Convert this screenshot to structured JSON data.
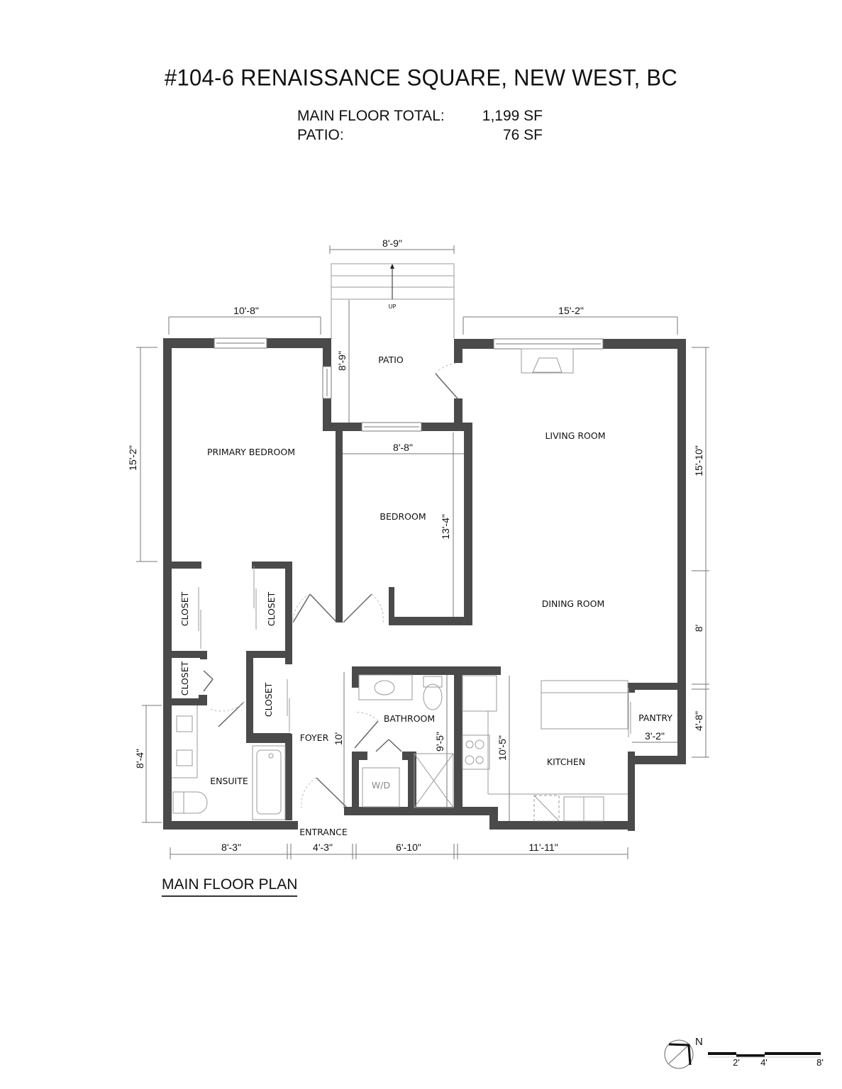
{
  "header": {
    "title": "#104-6 RENAISSANCE SQUARE, NEW WEST, BC",
    "main_floor_label": "MAIN FLOOR TOTAL:",
    "main_floor_value": "1,199 SF",
    "patio_label": "PATIO:",
    "patio_value": "76 SF"
  },
  "rooms": {
    "patio": "PATIO",
    "primary_bedroom": "PRIMARY BEDROOM",
    "bedroom": "BEDROOM",
    "living_room": "LIVING ROOM",
    "dining_room": "DINING ROOM",
    "closet_1": "CLOSET",
    "closet_2": "CLOSET",
    "closet_3": "CLOSET",
    "closet_4": "CLOSET",
    "ensuite": "ENSUITE",
    "foyer": "FOYER",
    "entrance": "ENTRANCE",
    "bathroom": "BATHROOM",
    "wd": "W/D",
    "kitchen": "KITCHEN",
    "pantry": "PANTRY",
    "stairs_up": "UP"
  },
  "dimensions": {
    "patio_width": "8'-9\"",
    "patio_depth": "8'-9\"",
    "primary_bedroom_width": "10'-8\"",
    "primary_bedroom_depth": "15'-2\"",
    "living_width": "15'-2\"",
    "living_depth": "15'-10\"",
    "bedroom_width": "8'-8\"",
    "bedroom_depth": "13'-4\"",
    "dining_depth": "8'",
    "pantry_depth": "4'-8\"",
    "pantry_width": "3'-2\"",
    "foyer_depth": "10'",
    "bathroom_depth": "9'-5\"",
    "kitchen_depth": "10'-5\"",
    "ensuite_depth": "8'-4\"",
    "bottom_1": "8'-3\"",
    "bottom_2": "4'-3\"",
    "bottom_3": "6'-10\"",
    "bottom_4": "11'-11\""
  },
  "footer": {
    "plan_label": "MAIN FLOOR PLAN",
    "north_label": "N",
    "scale_ticks": [
      "2'",
      "4'",
      "8'"
    ]
  },
  "colors": {
    "wall": "#4a4a4a",
    "line": "#888888",
    "text": "#111111"
  }
}
